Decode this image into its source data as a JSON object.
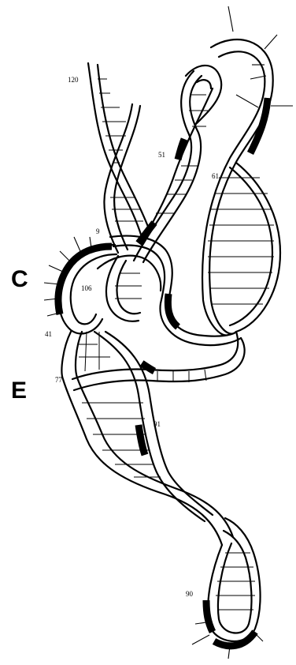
{
  "labels": {
    "C": "C",
    "E": "E"
  },
  "residues": {
    "r120": "120",
    "r51": "51",
    "r61": "61",
    "r9": "9",
    "r106": "106",
    "r41": "41",
    "r77": "77",
    "r91": "91",
    "r90": "90"
  },
  "colors": {
    "ink": "#000000",
    "paper": "#ffffff"
  }
}
